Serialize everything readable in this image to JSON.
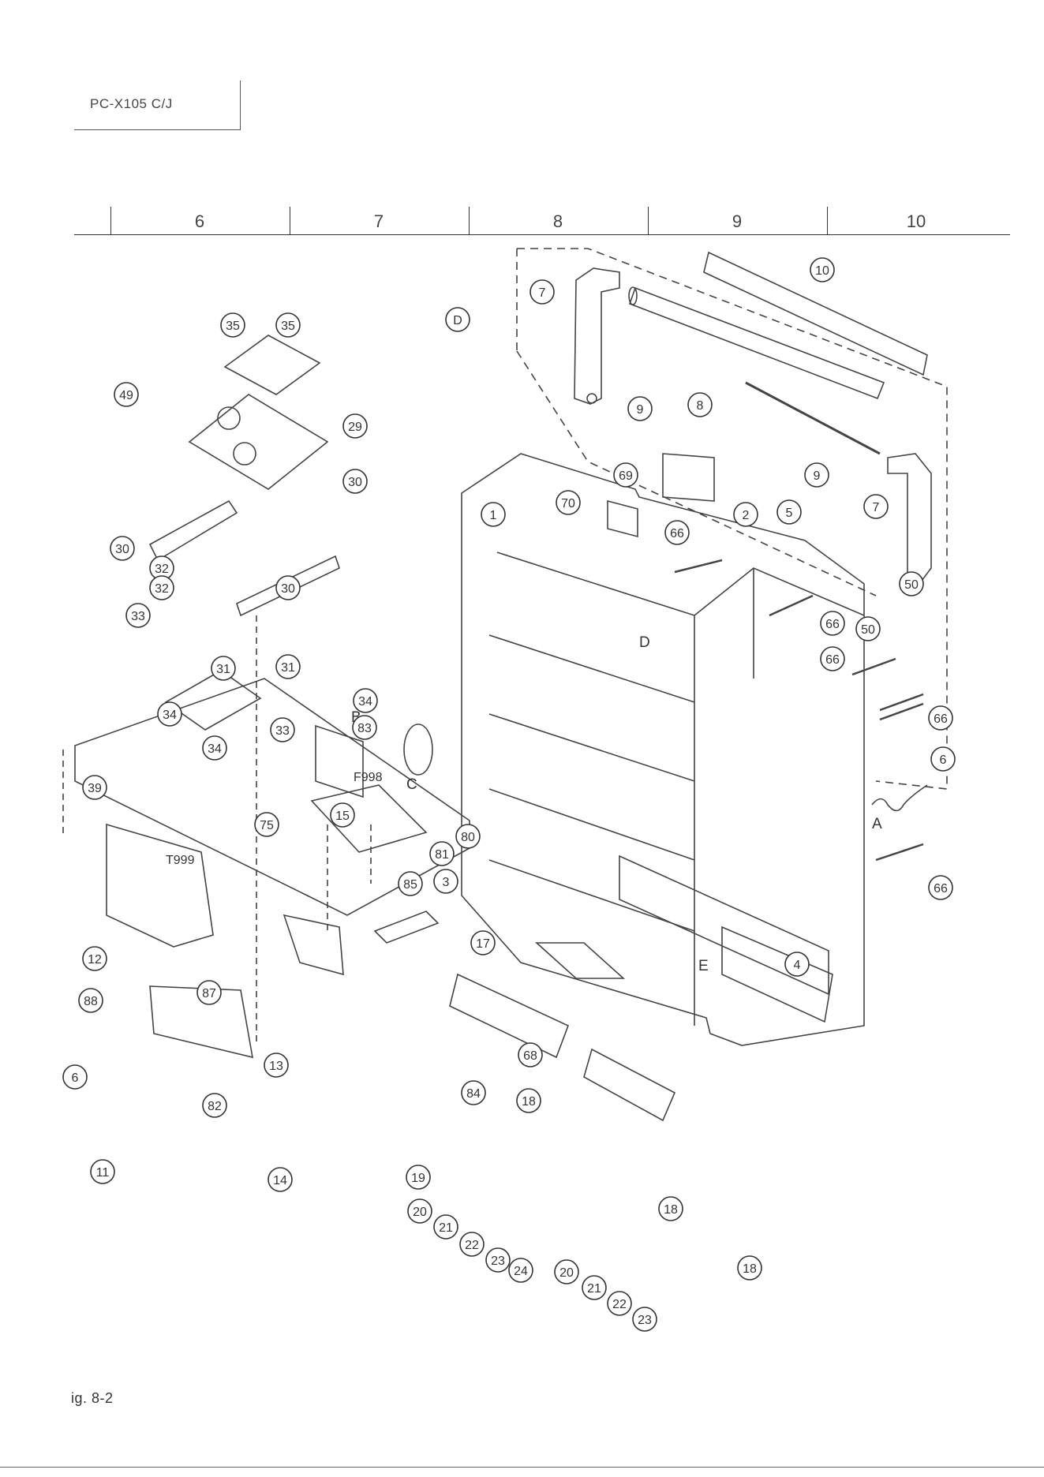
{
  "header": {
    "model": "PC-X105 C/J"
  },
  "grid": {
    "columns": [
      "6",
      "7",
      "8",
      "9",
      "10"
    ]
  },
  "callouts": [
    "35",
    "35",
    "49",
    "29",
    "30",
    "30",
    "32",
    "32",
    "33",
    "30",
    "31",
    "31",
    "33",
    "34",
    "34",
    "34",
    "39",
    "83",
    "75",
    "15",
    "80",
    "81",
    "85",
    "3",
    "17",
    "12",
    "87",
    "88",
    "82",
    "6",
    "13",
    "14",
    "11",
    "84",
    "18",
    "19",
    "20",
    "21",
    "22",
    "23",
    "24",
    "20",
    "21",
    "22",
    "23",
    "18",
    "18",
    "68",
    "4",
    "66",
    "6",
    "66",
    "66",
    "66",
    "50",
    "50",
    "5",
    "2",
    "7",
    "9",
    "69",
    "70",
    "66",
    "1",
    "D",
    "7",
    "9",
    "8",
    "10"
  ],
  "letter_labels": [
    "B",
    "C",
    "A",
    "E",
    "D"
  ],
  "small_labels": [
    "F998",
    "T999"
  ],
  "figure": {
    "caption": "ig. 8-2"
  }
}
